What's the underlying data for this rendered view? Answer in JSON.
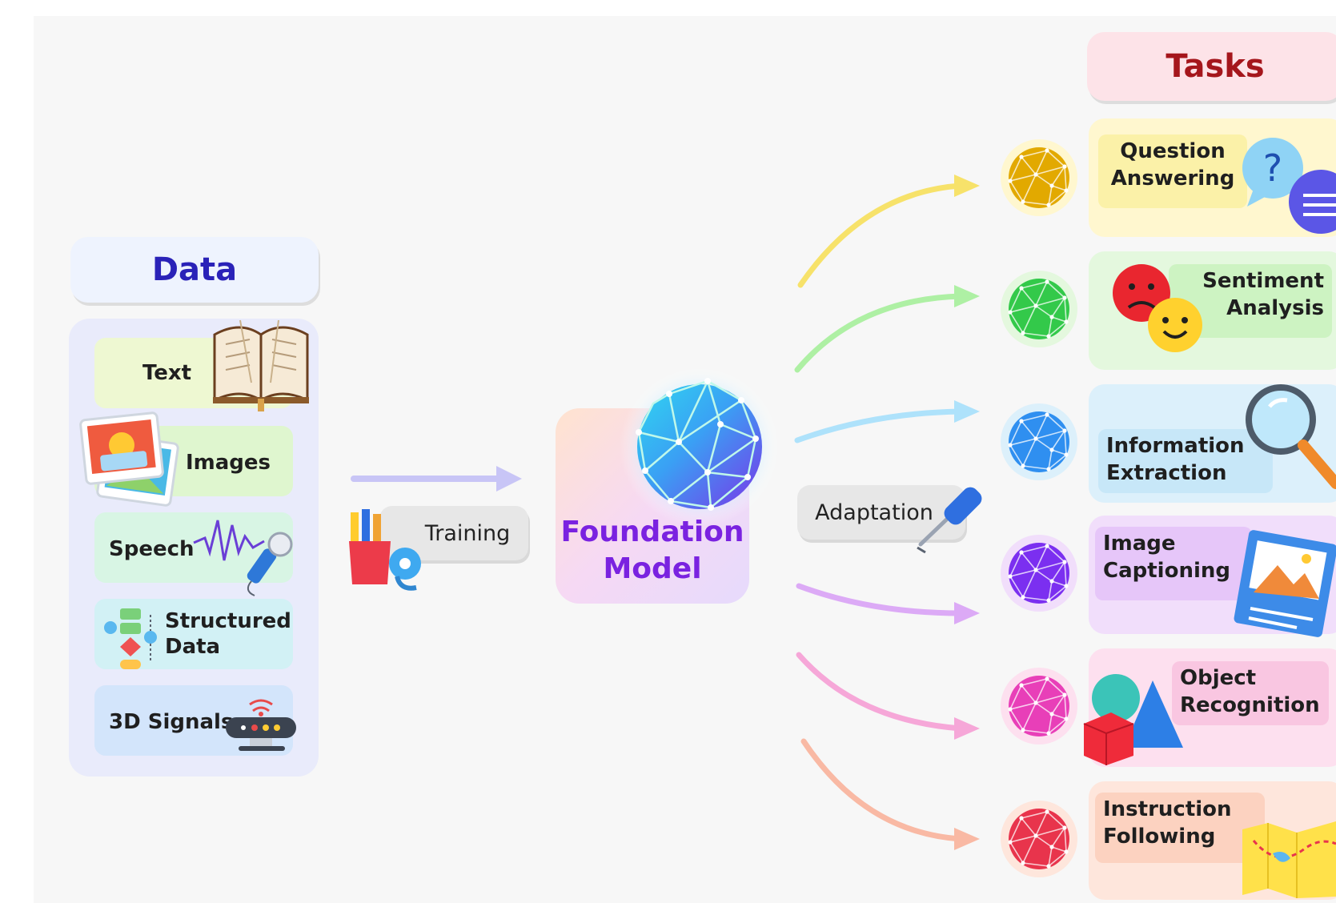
{
  "data_header": "Data",
  "tasks_header": "Tasks",
  "data_items": [
    {
      "label": "Text",
      "icon": "book-icon"
    },
    {
      "label": "Images",
      "icon": "photos-icon"
    },
    {
      "label": "Speech",
      "icon": "microphone-icon"
    },
    {
      "label": "Structured Data",
      "line1": "Structured",
      "line2": "Data",
      "icon": "flowchart-icon"
    },
    {
      "label": "3D Signals",
      "icon": "router-icon"
    }
  ],
  "training_label": "Training",
  "model_label": {
    "line1": "Foundation",
    "line2": "Model"
  },
  "adaptation_label": "Adaptation",
  "tasks": [
    {
      "line1": "Question",
      "line2": "Answering",
      "icon": "question-bubble-icon",
      "color": "#fff7cf",
      "label_bg": "#fbf1a8",
      "sphere": "#e2a900"
    },
    {
      "line1": "Sentiment",
      "line2": "Analysis",
      "icon": "emoji-faces-icon",
      "color": "#e4f8de",
      "label_bg": "#cdf3c2",
      "sphere": "#33c94a"
    },
    {
      "line1": "Information",
      "line2": "Extraction",
      "icon": "magnifier-icon",
      "color": "#dcf0fb",
      "label_bg": "#c7e7f8",
      "sphere": "#2f8ff0"
    },
    {
      "line1": "Image",
      "line2": "Captioning",
      "icon": "picture-card-icon",
      "color": "#f1defb",
      "label_bg": "#e6c6f9",
      "sphere": "#7b2ff0"
    },
    {
      "line1": "Object",
      "line2": "Recognition",
      "icon": "shapes-icon",
      "color": "#fde0ef",
      "label_bg": "#f9c6e1",
      "sphere": "#e83fb8"
    },
    {
      "line1": "Instruction",
      "line2": "Following",
      "icon": "map-icon",
      "color": "#fee6dc",
      "label_bg": "#fcd2c0",
      "sphere": "#e8344c"
    }
  ],
  "colors": {
    "data_header_text": "#2a22b8",
    "tasks_header_text": "#a5161c",
    "model_text": "#7a22e0",
    "arrows": [
      "#f7e26a",
      "#aef0a4",
      "#aee2fb",
      "#dcaaf6",
      "#f6a7d8",
      "#f9b9a4"
    ]
  }
}
